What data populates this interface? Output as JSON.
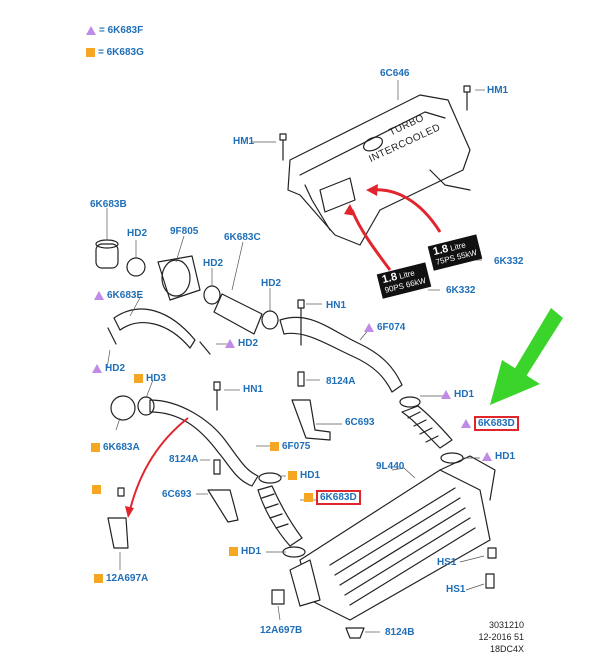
{
  "legend": [
    {
      "marker": "triangle",
      "text": "= 6K683F"
    },
    {
      "marker": "square",
      "text": "= 6K683G"
    }
  ],
  "colors": {
    "label": "#1f6fb8",
    "triangle": "#c08be6",
    "square": "#f5a623",
    "highlight": "#e1252d",
    "arrow_red": "#e1252d",
    "arrow_green": "#3bd42b"
  },
  "labels": {
    "hm1_top": "HM1",
    "c6c646": "6C646",
    "hm1_left": "HM1",
    "k6k683b": "6K683B",
    "hd2_a": "HD2",
    "f9f805": "9F805",
    "k6k683c": "6K683C",
    "hd2_b": "HD2",
    "hd2_c": "HD2",
    "k6k332_a": "6K332",
    "k6k332_b": "6K332",
    "k6k683e": "6K683E",
    "hn1_a": "HN1",
    "f6f074": "6F074",
    "hd2_d": "HD2",
    "hd2_e": "HD2",
    "hd3": "HD3",
    "a8124a_a": "8124A",
    "hn1_b": "HN1",
    "hd1_a": "HD1",
    "c6c693_a": "6C693",
    "k6k683d_a": "6K683D",
    "k6k683a": "6K683A",
    "f6f075": "6F075",
    "hd1_b": "HD1",
    "a8124a_b": "8124A",
    "l9l440": "9L440",
    "hd1_c": "HD1",
    "c6c693_b": "6C693",
    "k6k683d_b": "6K683D",
    "hd1_d": "HD1",
    "hs1_a": "HS1",
    "a12a697a": "12A697A",
    "hs1_b": "HS1",
    "a12a697b": "12A697B",
    "b8124b": "8124B"
  },
  "cover_text": {
    "line1": "TURBO",
    "line2": "INTERCOOLED"
  },
  "decals": [
    {
      "size": "1.8",
      "unit": "Litre",
      "detail": "90PS 66kW"
    },
    {
      "size": "1.8",
      "unit": "Litre",
      "detail": "75PS 55kW"
    }
  ],
  "footer": {
    "line1": "3031210",
    "line2": "12-2016 51",
    "line3": "18DC4X"
  }
}
